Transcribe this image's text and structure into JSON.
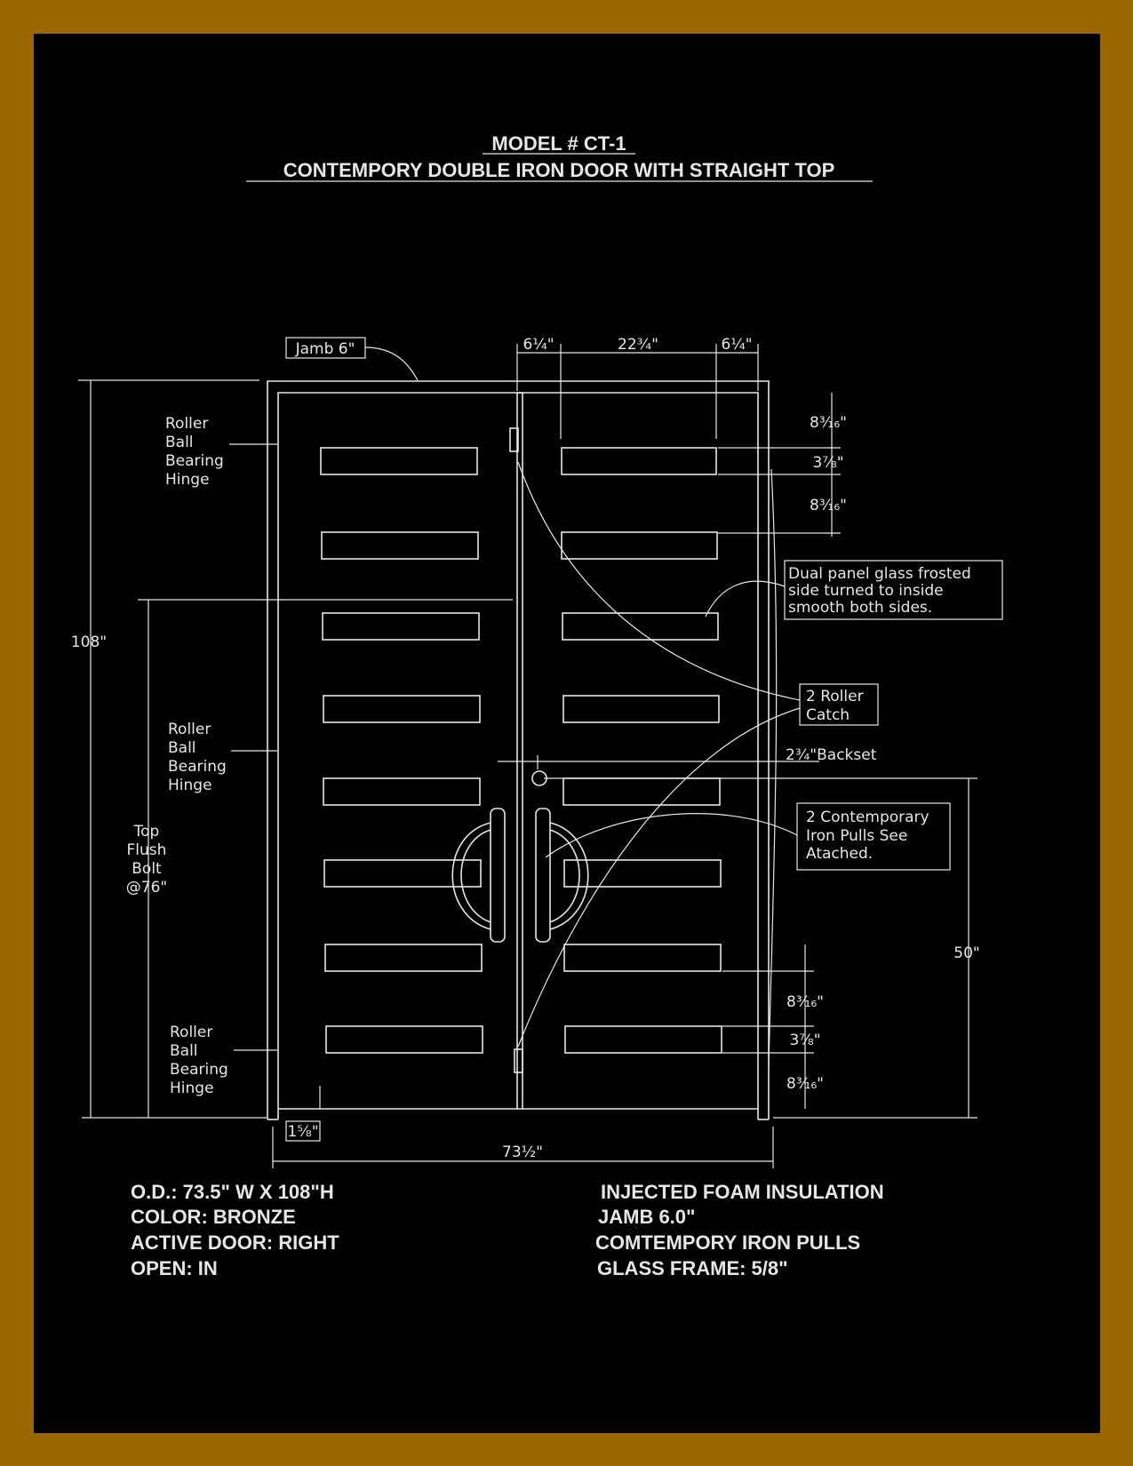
{
  "title": {
    "line1": "MODEL # CT-1",
    "line2": "CONTEMPORY DOUBLE IRON DOOR WITH STRAIGHT TOP"
  },
  "labels": {
    "jamb": "Jamb 6\"",
    "hinge_top": [
      "Roller",
      "Ball",
      "Bearing",
      "Hinge"
    ],
    "hinge_mid": [
      "Roller",
      "Ball",
      "Bearing",
      "Hinge"
    ],
    "hinge_bot": [
      "Roller",
      "Ball",
      "Bearing",
      "Hinge"
    ],
    "flush_bolt": [
      "Top",
      "Flush",
      "Bolt",
      "@76\""
    ],
    "glass_note": [
      "Dual panel glass frosted",
      "side turned to inside",
      "smooth both sides."
    ],
    "roller_catch": [
      "2 Roller",
      "Catch"
    ],
    "pulls_note": [
      "2 Contemporary",
      "Iron Pulls See",
      "Atached."
    ],
    "backset": "2¾\"Backset"
  },
  "dimensions": {
    "height": "108\"",
    "width": "73½\"",
    "top_left": "6¼\"",
    "top_mid": "22¾\"",
    "top_right": "6¼\"",
    "right_top_1": "8³⁄₁₆\"",
    "right_top_2": "3⅞\"",
    "right_top_3": "8³⁄₁₆\"",
    "right_bot_1": "8³⁄₁₆\"",
    "right_bot_2": "3⅞\"",
    "right_bot_3": "8³⁄₁₆\"",
    "handle_height": "50\"",
    "sill": "1⅝\""
  },
  "specs_left": [
    "O.D.: 73.5\" W X 108\"H",
    "COLOR: BRONZE",
    "ACTIVE DOOR: RIGHT",
    "OPEN: IN"
  ],
  "specs_right": [
    "INJECTED FOAM INSULATION",
    "JAMB 6.0\"",
    "COMTEMPORY IRON PULLS",
    "GLASS FRAME: 5/8\""
  ],
  "colors": {
    "border": "#9a6600",
    "background": "#000000",
    "line": "#e6e6e6"
  }
}
